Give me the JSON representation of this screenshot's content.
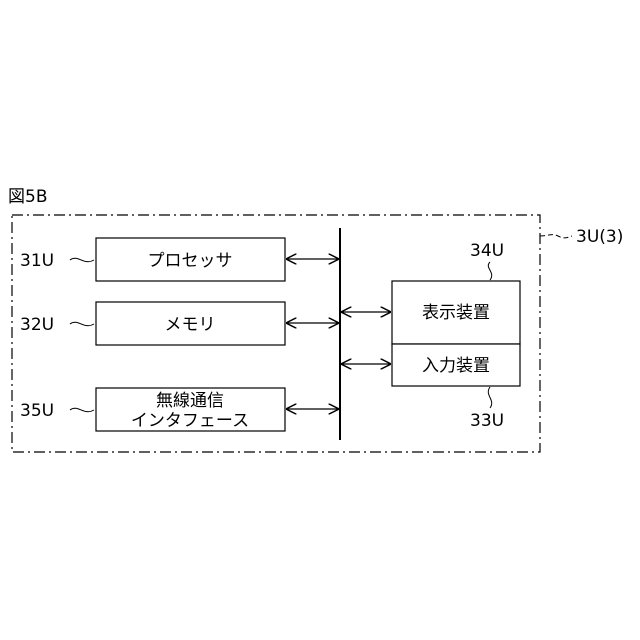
{
  "figure": {
    "title": "図5B"
  },
  "system": {
    "label": "3U(3)"
  },
  "blocks": {
    "processor": {
      "ref": "31U",
      "text": "プロセッサ"
    },
    "memory": {
      "ref": "32U",
      "text": "メモリ"
    },
    "wireless": {
      "ref": "35U",
      "line1": "無線通信",
      "line2": "インタフェース"
    },
    "display": {
      "ref": "34U",
      "text": "表示装置"
    },
    "input": {
      "ref": "33U",
      "text": "入力装置"
    }
  }
}
